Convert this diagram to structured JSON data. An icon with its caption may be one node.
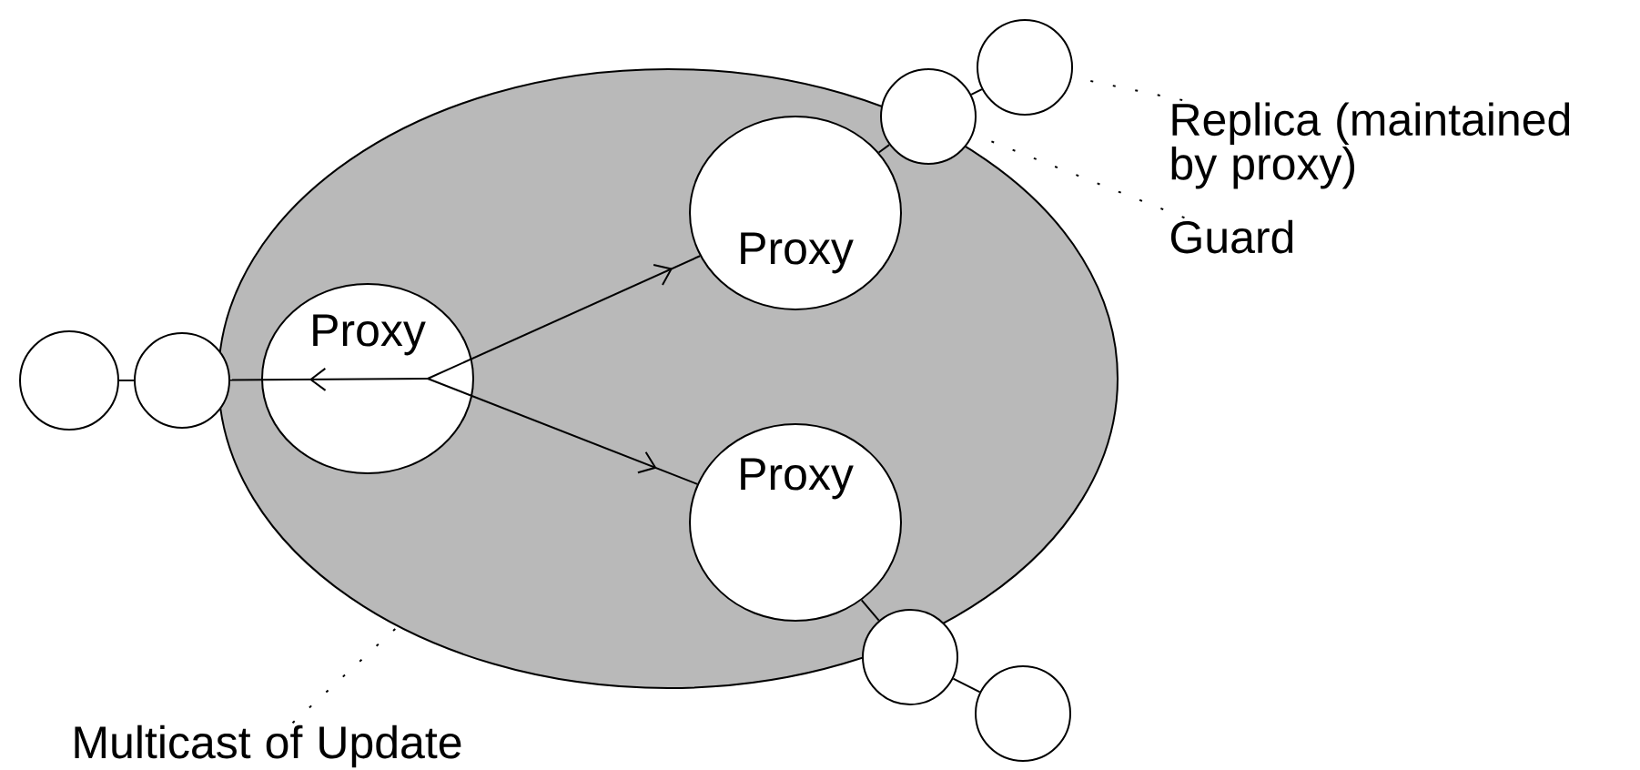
{
  "diagram": {
    "nodes": [
      {
        "text": [],
        "shape": "ellipse"
      },
      {
        "text": [
          "Proxy"
        ],
        "in": 0
      },
      {
        "text": [
          "Proxy"
        ],
        "in": 0
      },
      {
        "text": [
          "Proxy"
        ],
        "in": 0
      },
      {
        "text": [],
        "shape": "circle"
      },
      {
        "text": [],
        "shape": "circle"
      },
      {
        "text": [],
        "shape": "circle"
      },
      {
        "text": [],
        "shape": "circle"
      },
      {
        "text": [],
        "shape": "circle"
      },
      {
        "text": [],
        "shape": "circle"
      },
      {
        "text": [
          "Replica (maintained by proxy)"
        ]
      },
      {
        "text": [
          "Guard"
        ]
      },
      {
        "text": [
          "Multicast of Update"
        ]
      }
    ],
    "edges": [
      {
        "from": 1,
        "to": 2,
        "arrow": "to"
      },
      {
        "from": 2,
        "to": 7,
        "arrow": "none"
      },
      {
        "from": 7,
        "to": 8,
        "arrow": "none"
      },
      {
        "from": 1,
        "to": 5,
        "arrow": "to"
      },
      {
        "from": 5,
        "to": 4,
        "arrow": "none"
      },
      {
        "from": 1,
        "to": 3,
        "arrow": "to"
      },
      {
        "from": 3,
        "to": 6,
        "arrow": "none"
      },
      {
        "from": 6,
        "to": 9,
        "arrow": "none"
      },
      {
        "from": 10,
        "to": 8,
        "arrow": "none",
        "style": "dashed"
      },
      {
        "from": 11,
        "to": 7,
        "arrow": "none",
        "style": "dashed"
      },
      {
        "from": 12,
        "to": 0,
        "arrow": "none",
        "style": "dashed"
      }
    ]
  }
}
